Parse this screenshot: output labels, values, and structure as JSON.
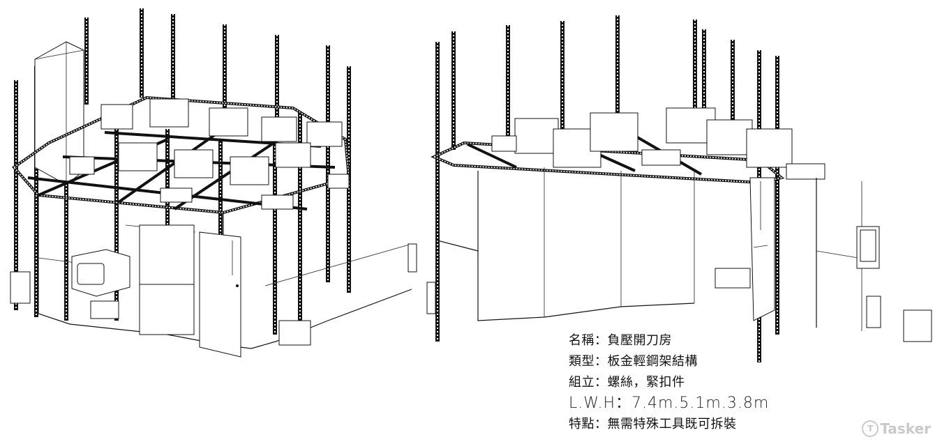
{
  "figure": {
    "left_view": "Isometric exterior view of negative-pressure operating room with light steel frame, ceiling FFU boxes, pass box, double door",
    "right_view": "Cutaway interior view showing wall panels, open door, pass box and ceiling filter units"
  },
  "spec": {
    "rows": [
      {
        "label": "名稱：",
        "value": "負壓開刀房"
      },
      {
        "label": "類型：",
        "value": "板金輕鋼架結構"
      },
      {
        "label": "組立：",
        "value": "螺絲，緊扣件"
      },
      {
        "label": "L.W.H：",
        "value": "7.4m.5.1m.3.8m"
      },
      {
        "label": "特點：",
        "value": "無需特殊工具既可拆裝"
      }
    ]
  },
  "watermark": {
    "text": "Tasker",
    "icon": "tasker-logo-icon",
    "color": "#c9c9c9"
  }
}
